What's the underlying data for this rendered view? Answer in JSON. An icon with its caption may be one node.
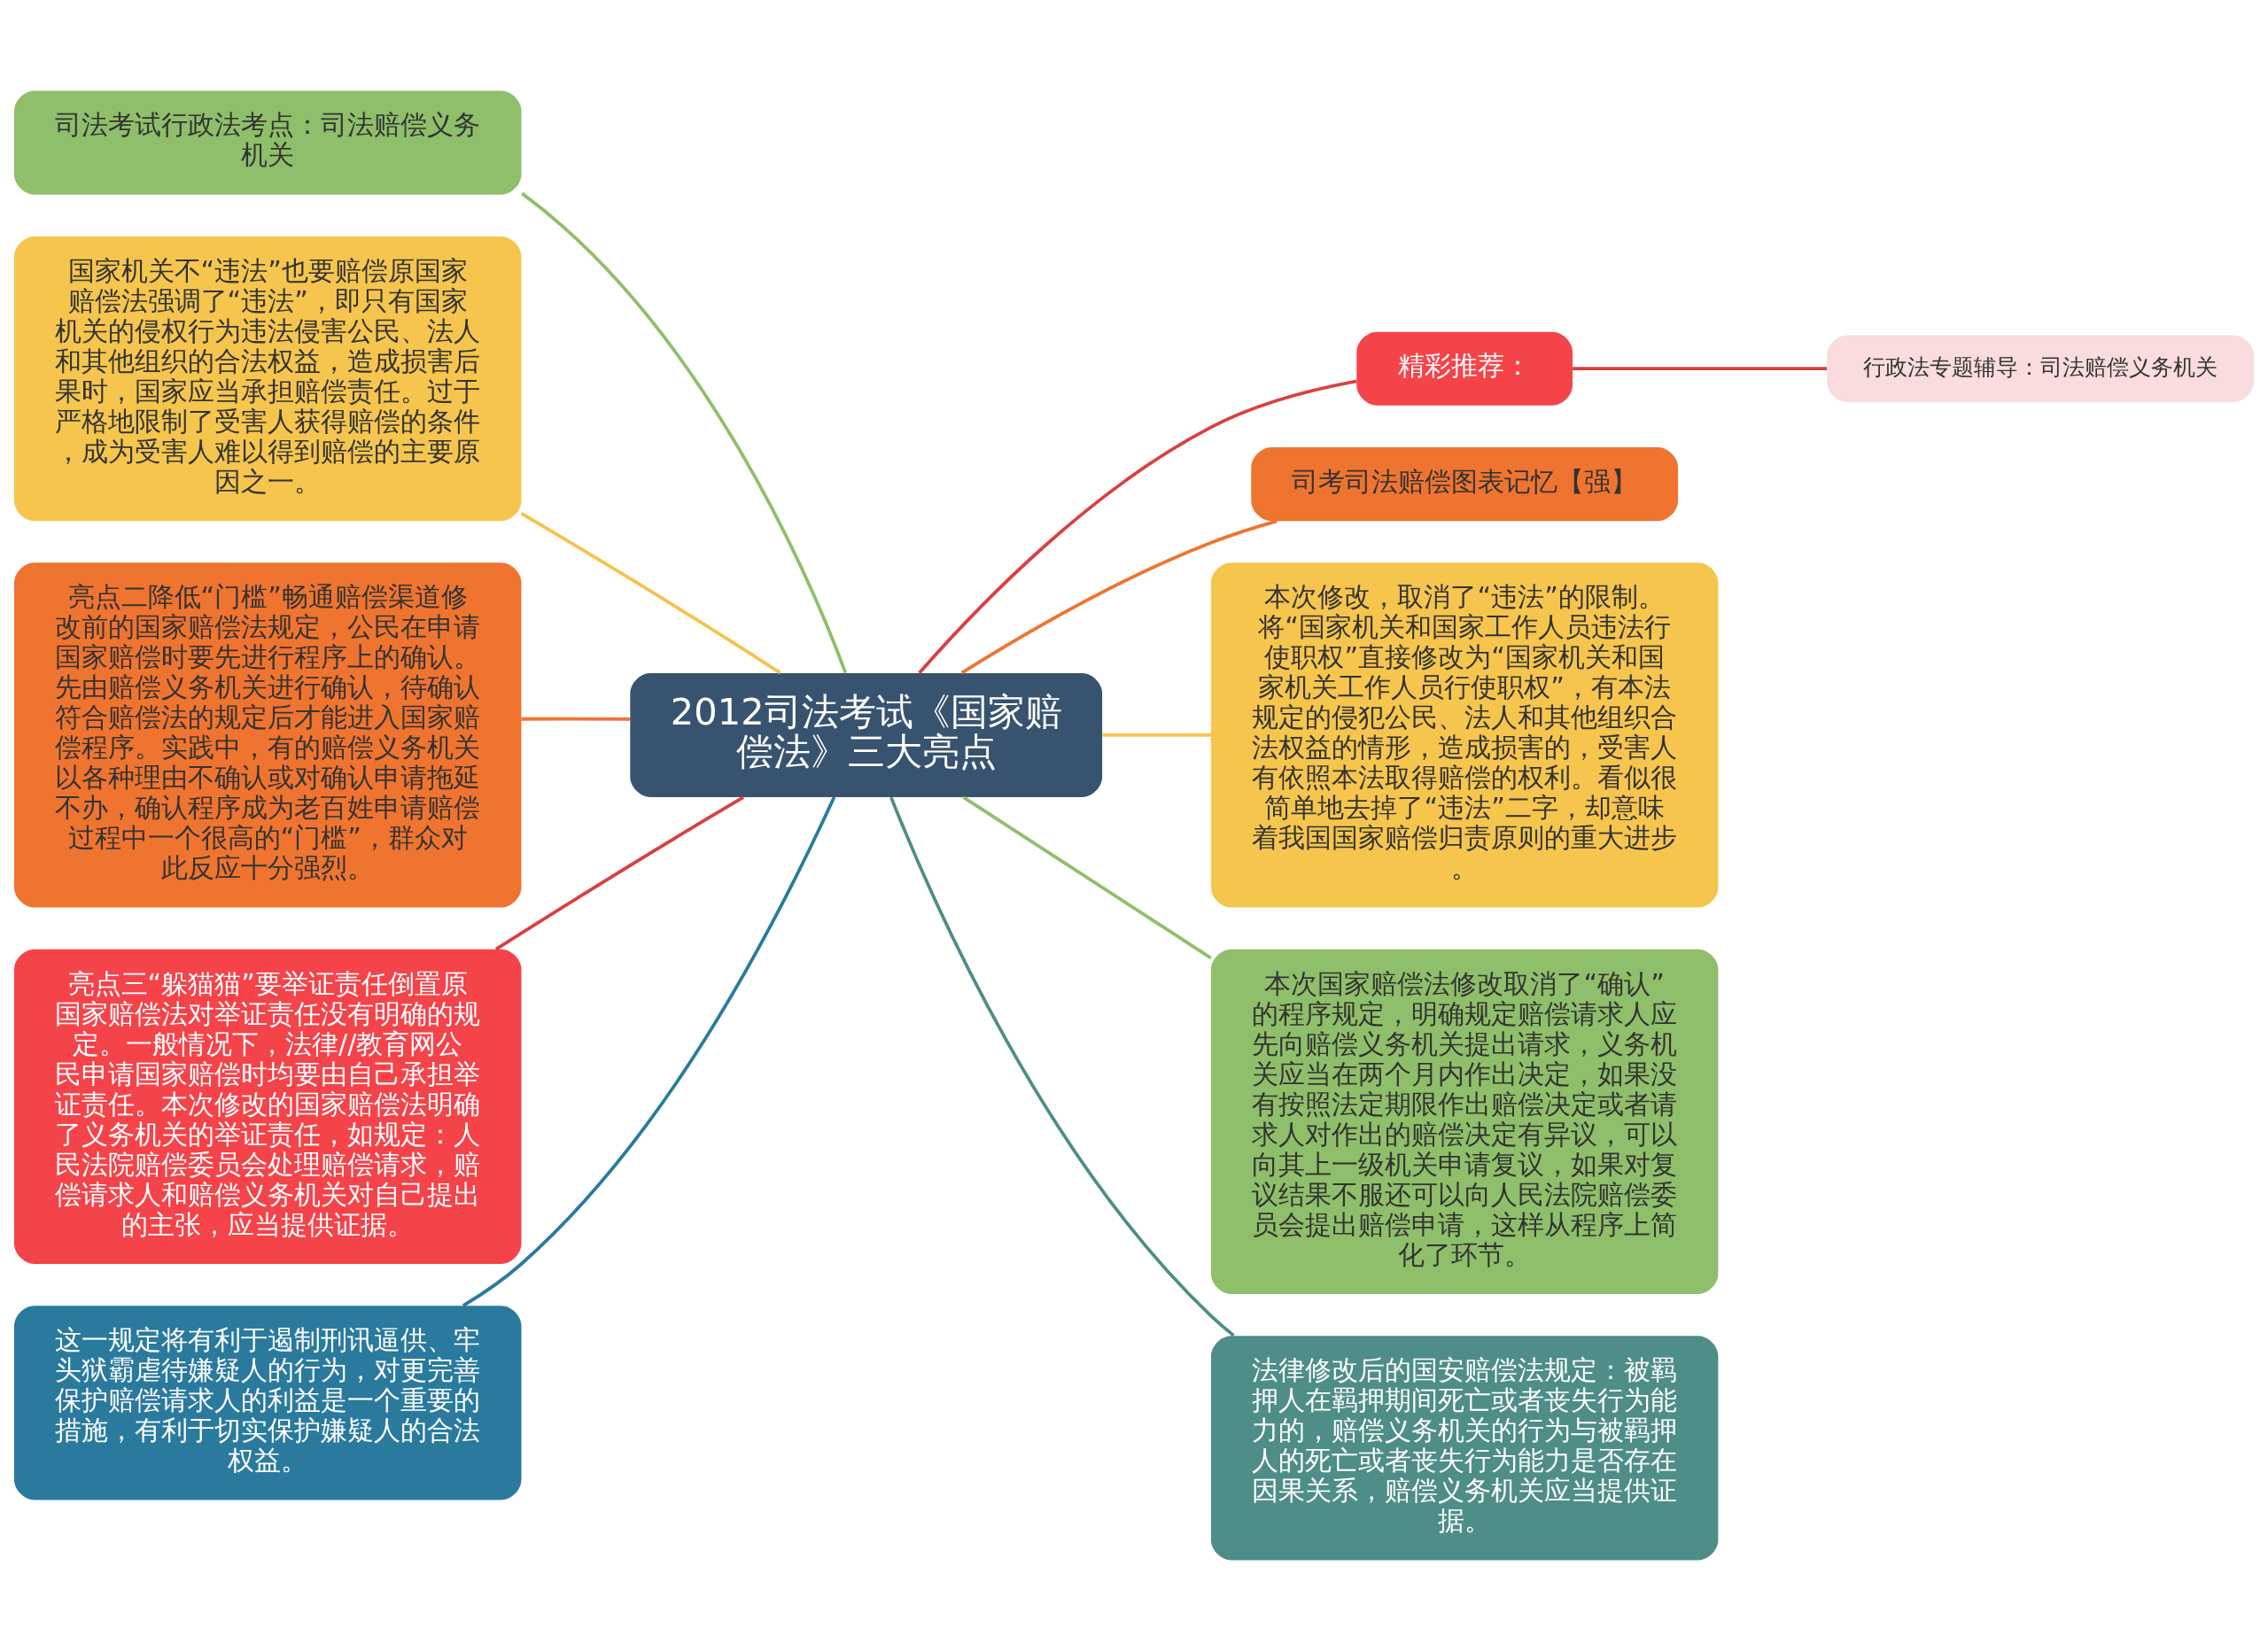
{
  "diagram": {
    "nodes": [
      {
        "text": [
          "2012司法考试《国家赔偿法》三大亮点"
        ]
      },
      {
        "text": [
          "司法考试行政法考点：司法赔偿义务机关"
        ]
      },
      {
        "text": [
          "国家机关不“违法”也要赔偿原国家赔偿法强调了“违法”，即只有国家机关的侵权行为违法侵害公民、法人和其他组织的合法权益，造成损害后果时，国家应当承担赔偿责任。过于严格地限制了受害人获得赔偿的条件，成为受害人难以得到赔偿的主要原因之一。"
        ]
      },
      {
        "text": [
          "亮点二降低“门槛”畅通赔偿渠道修改前的国家赔偿法规定，公民在申请国家赔偿时要先进行程序上的确认。先由赔偿义务机关进行确认，待确认符合赔偿法的规定后才能进入国家赔偿程序。实践中，有的赔偿义务机关以各种理由不确认或对确认申请拖延不办，确认程序成为老百姓申请赔偿过程中一个很高的“门槛”，群众对此反应十分强烈。"
        ]
      },
      {
        "text": [
          "亮点三“躲猫猫”要举证责任倒置原国家赔偿法对举证责任没有明确的规定。一般情况下，法律//教育网公民申请国家赔偿时均要由自己承担举证责任。本次修改的国家赔偿法明确了义务机关的举证责任，如规定：人民法院赔偿委员会处理赔偿请求，赔偿请求人和赔偿义务机关对自己提出的主张，应当提供证据。"
        ]
      },
      {
        "text": [
          "这一规定将有利于遏制刑讯逼供、牢头狱霸虐待嫌疑人的行为，对更完善保护赔偿请求人的利益是一个重要的措施，有利于切实保护嫌疑人的合法权益。"
        ]
      },
      {
        "text": [
          "精彩推荐："
        ]
      },
      {
        "text": [
          "行政法专题辅导：司法赔偿义务机关"
        ]
      },
      {
        "text": [
          "司考司法赔偿图表记忆【强】"
        ]
      },
      {
        "text": [
          "本次修改，取消了“违法”的限制。将“国家机关和国家工作人员违法行使职权”直接修改为“国家机关和国家机关工作人员行使职权”，有本法规定的侵犯公民、法人和其他组织合法权益的情形，造成损害的，受害人有依照本法取得赔偿的权利。看似很简单地去掉了“违法”二字，却意味着我国国家赔偿归责原则的重大进步。"
        ]
      },
      {
        "text": [
          "本次国家赔偿法修改取消了“确认”的程序规定，明确规定赔偿请求人应先向赔偿义务机关提出请求，义务机关应当在两个月内作出决定，如果没有按照法定期限作出赔偿决定或者请求人对作出的赔偿决定有异议，可以向其上一级机关申请复议，如果对复议结果不服还可以向人民法院赔偿委员会提出赔偿申请，这样从程序上简化了环节。"
        ]
      },
      {
        "text": [
          "法律修改后的国安赔偿法规定：被羁押人在羁押期间死亡或者丧失行为能力的，赔偿义务机关的行为与被羁押人的死亡或者丧失行为能力是否存在因果关系，赔偿义务机关应当提供证据。"
        ]
      }
    ],
    "edges": [
      {
        "from": 0,
        "to": 1,
        "arrow": "none",
        "color": "#8fbf6a"
      },
      {
        "from": 0,
        "to": 2,
        "arrow": "none",
        "color": "#f5c24c"
      },
      {
        "from": 0,
        "to": 3,
        "arrow": "none",
        "color": "#ef7430"
      },
      {
        "from": 0,
        "to": 4,
        "arrow": "none",
        "color": "#d94040"
      },
      {
        "from": 0,
        "to": 5,
        "arrow": "none",
        "color": "#2a7a9e"
      },
      {
        "from": 0,
        "to": 6,
        "arrow": "none",
        "color": "#d94040"
      },
      {
        "from": 6,
        "to": 7,
        "arrow": "none",
        "color": "#d94040"
      },
      {
        "from": 0,
        "to": 8,
        "arrow": "none",
        "color": "#ef7430"
      },
      {
        "from": 0,
        "to": 9,
        "arrow": "none",
        "color": "#f5c24c"
      },
      {
        "from": 0,
        "to": 10,
        "arrow": "none",
        "color": "#8fbf6a"
      },
      {
        "from": 0,
        "to": 11,
        "arrow": "none",
        "color": "#4e8d88"
      }
    ]
  }
}
